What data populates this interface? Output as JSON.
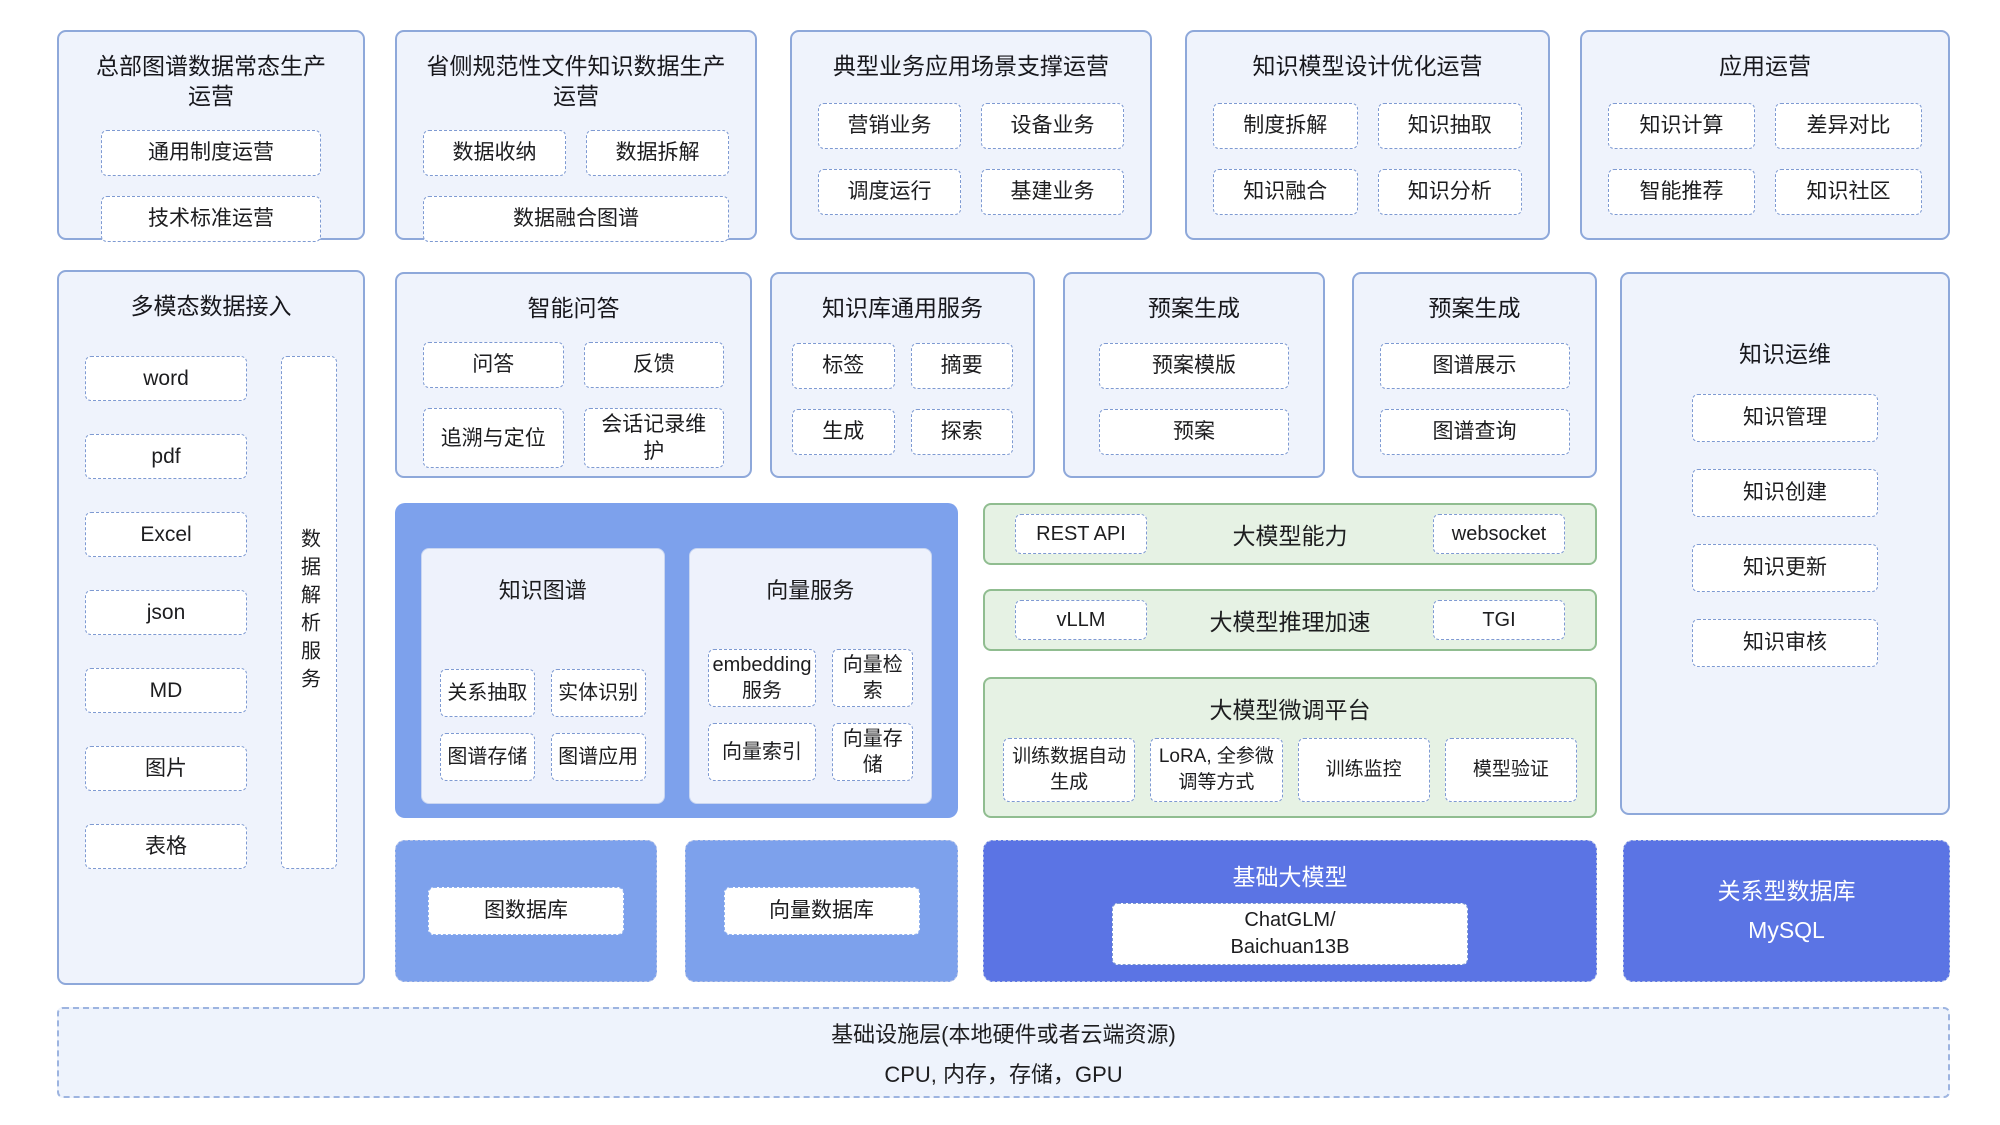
{
  "colors": {
    "panel_fill": "#eff3fc",
    "panel_border": "#8ea8da",
    "node_dashed_border": "#7e9ad2",
    "medium_blue": "#7da1ec",
    "dark_blue": "#5b74e4",
    "green_fill": "#e6f2e4",
    "green_border": "#90bd90",
    "text": "#1d1d1f",
    "text_on_blue": "#ffffff"
  },
  "top_panels": [
    {
      "title": "总部图谱数据常态生产运营",
      "rows": [
        [
          "通用制度运营"
        ],
        [
          "技术标准运营"
        ]
      ]
    },
    {
      "title": "省侧规范性文件知识数据生产运营",
      "rows": [
        [
          "数据收纳",
          "数据拆解"
        ],
        [
          "数据融合图谱"
        ]
      ]
    },
    {
      "title": "典型业务应用场景支撑运营",
      "rows": [
        [
          "营销业务",
          "设备业务"
        ],
        [
          "调度运行",
          "基建业务"
        ]
      ]
    },
    {
      "title": "知识模型设计优化运营",
      "rows": [
        [
          "制度拆解",
          "知识抽取"
        ],
        [
          "知识融合",
          "知识分析"
        ]
      ]
    },
    {
      "title": "应用运营",
      "rows": [
        [
          "知识计算",
          "差异对比"
        ],
        [
          "智能推荐",
          "知识社区"
        ]
      ]
    }
  ],
  "multimodal": {
    "title": "多模态数据接入",
    "formats": [
      "word",
      "pdf",
      "Excel",
      "json",
      "MD",
      "图片",
      "表格"
    ],
    "side_label": "数据解析服务"
  },
  "qa": {
    "title": "智能问答",
    "items": [
      "问答",
      "反馈",
      "追溯与定位",
      "会话记录维护"
    ]
  },
  "kb": {
    "title": "知识库通用服务",
    "items": [
      "标签",
      "摘要",
      "生成",
      "探索"
    ]
  },
  "plan_a": {
    "title": "预案生成",
    "items": [
      "预案模版",
      "预案"
    ]
  },
  "plan_b": {
    "title": "预案生成",
    "items": [
      "图谱展示",
      "图谱查询"
    ]
  },
  "ops": {
    "title": "知识运维",
    "items": [
      "知识管理",
      "知识创建",
      "知识更新",
      "知识审核"
    ]
  },
  "kg": {
    "title": "知识图谱",
    "items": [
      "关系抽取",
      "实体识别",
      "图谱存储",
      "图谱应用"
    ]
  },
  "vector": {
    "title": "向量服务",
    "items": [
      "embedding 服务",
      "向量检索",
      "向量索引",
      "向量存储"
    ]
  },
  "llm_capability": {
    "title": "大模型能力",
    "left": "REST API",
    "right": "websocket"
  },
  "llm_inference": {
    "title": "大模型推理加速",
    "left": "vLLM",
    "right": "TGI"
  },
  "llm_finetune": {
    "title": "大模型微调平台",
    "items": [
      "训练数据自动生成",
      "LoRA, 全参微调等方式",
      "训练监控",
      "模型验证"
    ]
  },
  "graph_db": {
    "label": "图数据库"
  },
  "vector_db": {
    "label": "向量数据库"
  },
  "base_model": {
    "title": "基础大模型",
    "line1": "ChatGLM/",
    "line2": "Baichuan13B"
  },
  "relational_db": {
    "line1": "关系型数据库",
    "line2": "MySQL"
  },
  "infrastructure": {
    "line1": "基础设施层(本地硬件或者云端资源)",
    "line2": "CPU, 内存，存储，GPU"
  }
}
